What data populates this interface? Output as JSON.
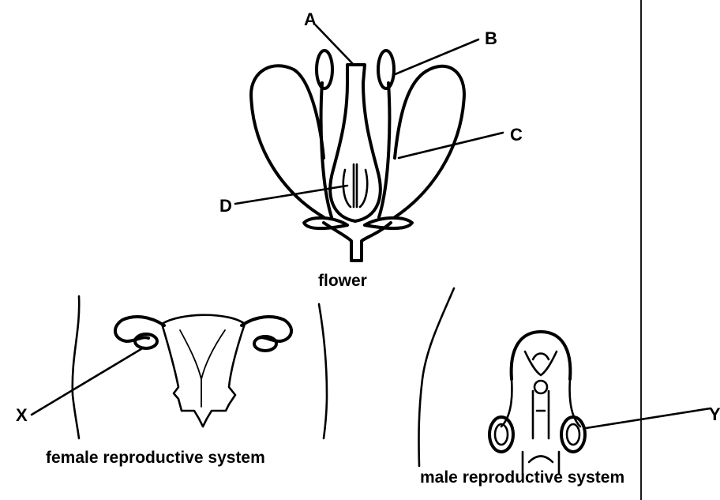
{
  "flower": {
    "caption": "flower",
    "labels": {
      "a": "A",
      "b": "B",
      "c": "C",
      "d": "D"
    }
  },
  "female": {
    "caption": "female reproductive system",
    "label": "X"
  },
  "male": {
    "caption": "male reproductive system",
    "label": "Y"
  },
  "colors": {
    "ink": "#000000",
    "background": "#ffffff"
  }
}
